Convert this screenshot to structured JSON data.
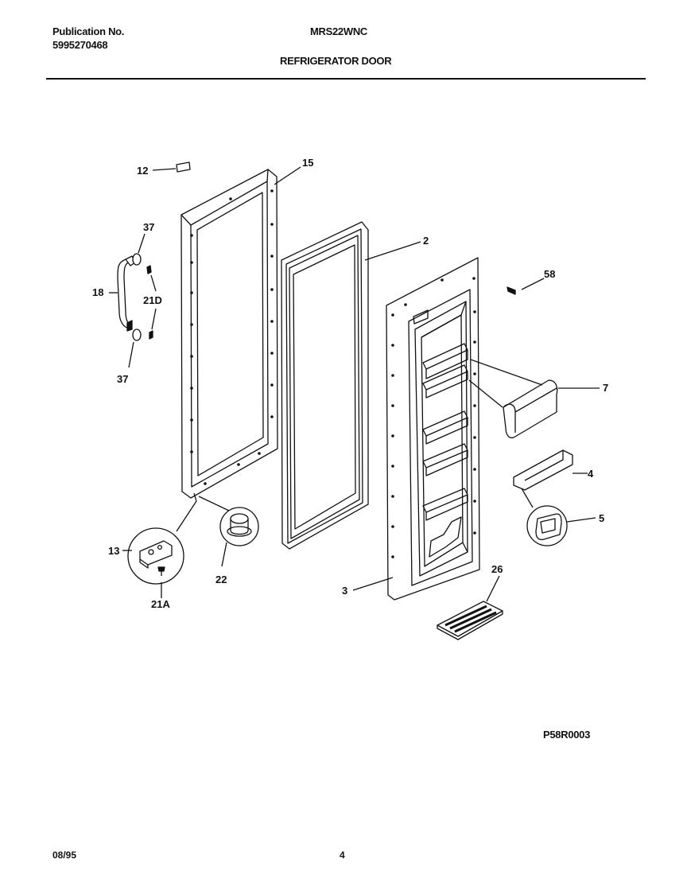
{
  "header": {
    "publication_label": "Publication No.",
    "publication_number": "5995270468",
    "model": "MRS22WNC",
    "title": "REFRIGERATOR DOOR"
  },
  "callouts": {
    "p12": "12",
    "p15": "15",
    "p37a": "37",
    "p18": "18",
    "p21d": "21D",
    "p37b": "37",
    "p2": "2",
    "p58": "58",
    "p7": "7",
    "p4": "4",
    "p5": "5",
    "p13": "13",
    "p22": "22",
    "p21a": "21A",
    "p3": "3",
    "p26": "26"
  },
  "drawing_code": "P58R0003",
  "footer": {
    "date": "08/95",
    "page": "4"
  }
}
